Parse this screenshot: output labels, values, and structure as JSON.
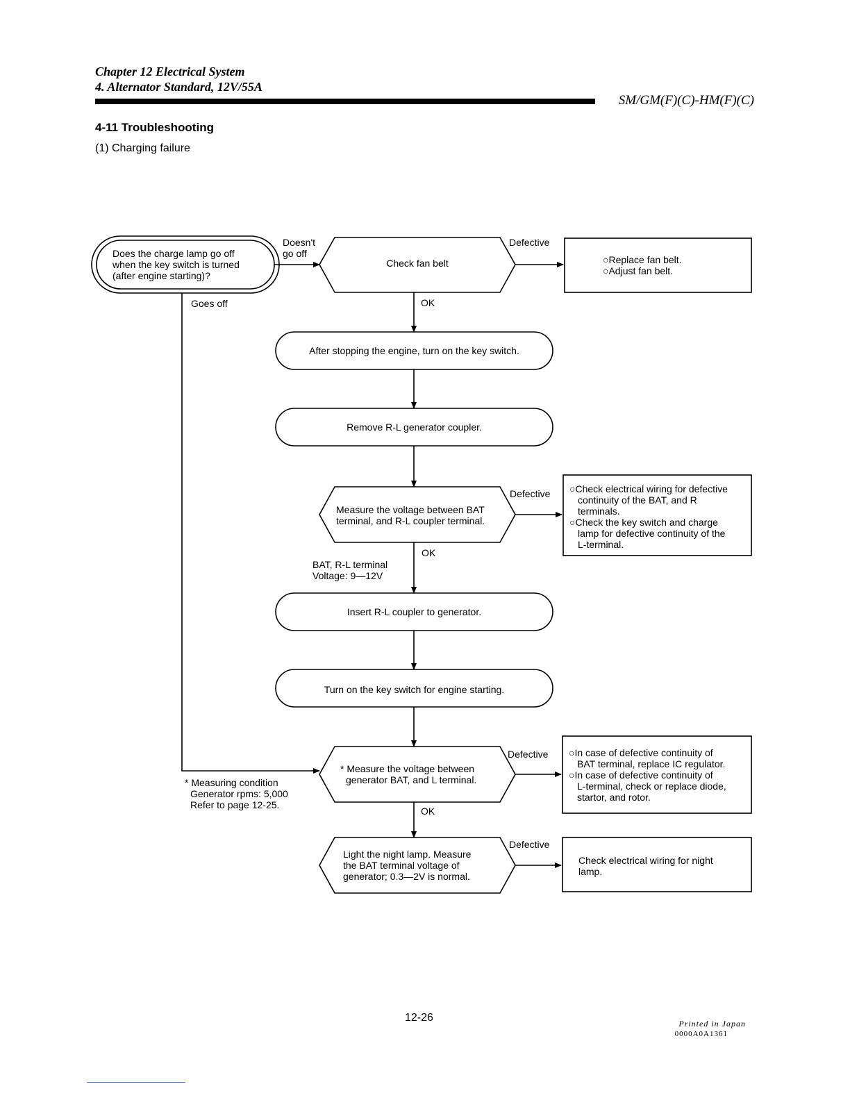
{
  "header": {
    "chapter": "Chapter 12 Electrical System",
    "section": "4. Alternator Standard, 12V/55A",
    "model": "SM/GM(F)(C)-HM(F)(C)"
  },
  "section": {
    "title": "4-11 Troubleshooting",
    "subtitle": "(1) Charging failure"
  },
  "flow": {
    "q_lamp": [
      "Does the charge lamp go off",
      "when the key switch is turned",
      "(after engine starting)?"
    ],
    "lbl_doesnt": [
      "Doesn't",
      "go off"
    ],
    "lbl_goes_off": "Goes off",
    "check_fan": "Check fan belt",
    "lbl_defective": "Defective",
    "lbl_ok": "OK",
    "fan_actions": [
      "○Replace fan belt.",
      "○Adjust fan belt."
    ],
    "step_stop": "After stopping the engine, turn on the key switch.",
    "step_remove": "Remove R-L generator coupler.",
    "measure_bat": [
      "Measure the voltage between BAT",
      "terminal, and R-L coupler terminal."
    ],
    "bat_actions": [
      "○Check electrical wiring for defective",
      "continuity of the BAT, and R",
      "terminals.",
      "○Check the key switch and charge",
      "lamp for defective continuity of the",
      "L-terminal."
    ],
    "bat_spec": [
      "BAT, R-L terminal",
      "Voltage: 9—12V"
    ],
    "step_insert": "Insert R-L coupler to generator.",
    "step_turn": "Turn on the key switch for engine starting.",
    "measure_gen": [
      "* Measure the voltage between",
      "generator BAT, and L terminal."
    ],
    "gen_actions": [
      "○In case of defective continuity of",
      "BAT terminal, replace IC regulator.",
      "○In case of defective continuity of",
      "L-terminal, check or replace diode,",
      "startor, and rotor."
    ],
    "meas_cond": [
      "* Measuring condition",
      "Generator rpms: 5,000",
      "Refer to page 12-25."
    ],
    "night_lamp": [
      "Light the night lamp. Measure",
      "the BAT terminal voltage of",
      "generator; 0.3—2V is normal."
    ],
    "night_action": [
      "Check electrical wiring for night",
      "lamp."
    ]
  },
  "footer": {
    "page": "12-26",
    "printed": "Printed in Japan",
    "code": "0000A0A1361"
  }
}
